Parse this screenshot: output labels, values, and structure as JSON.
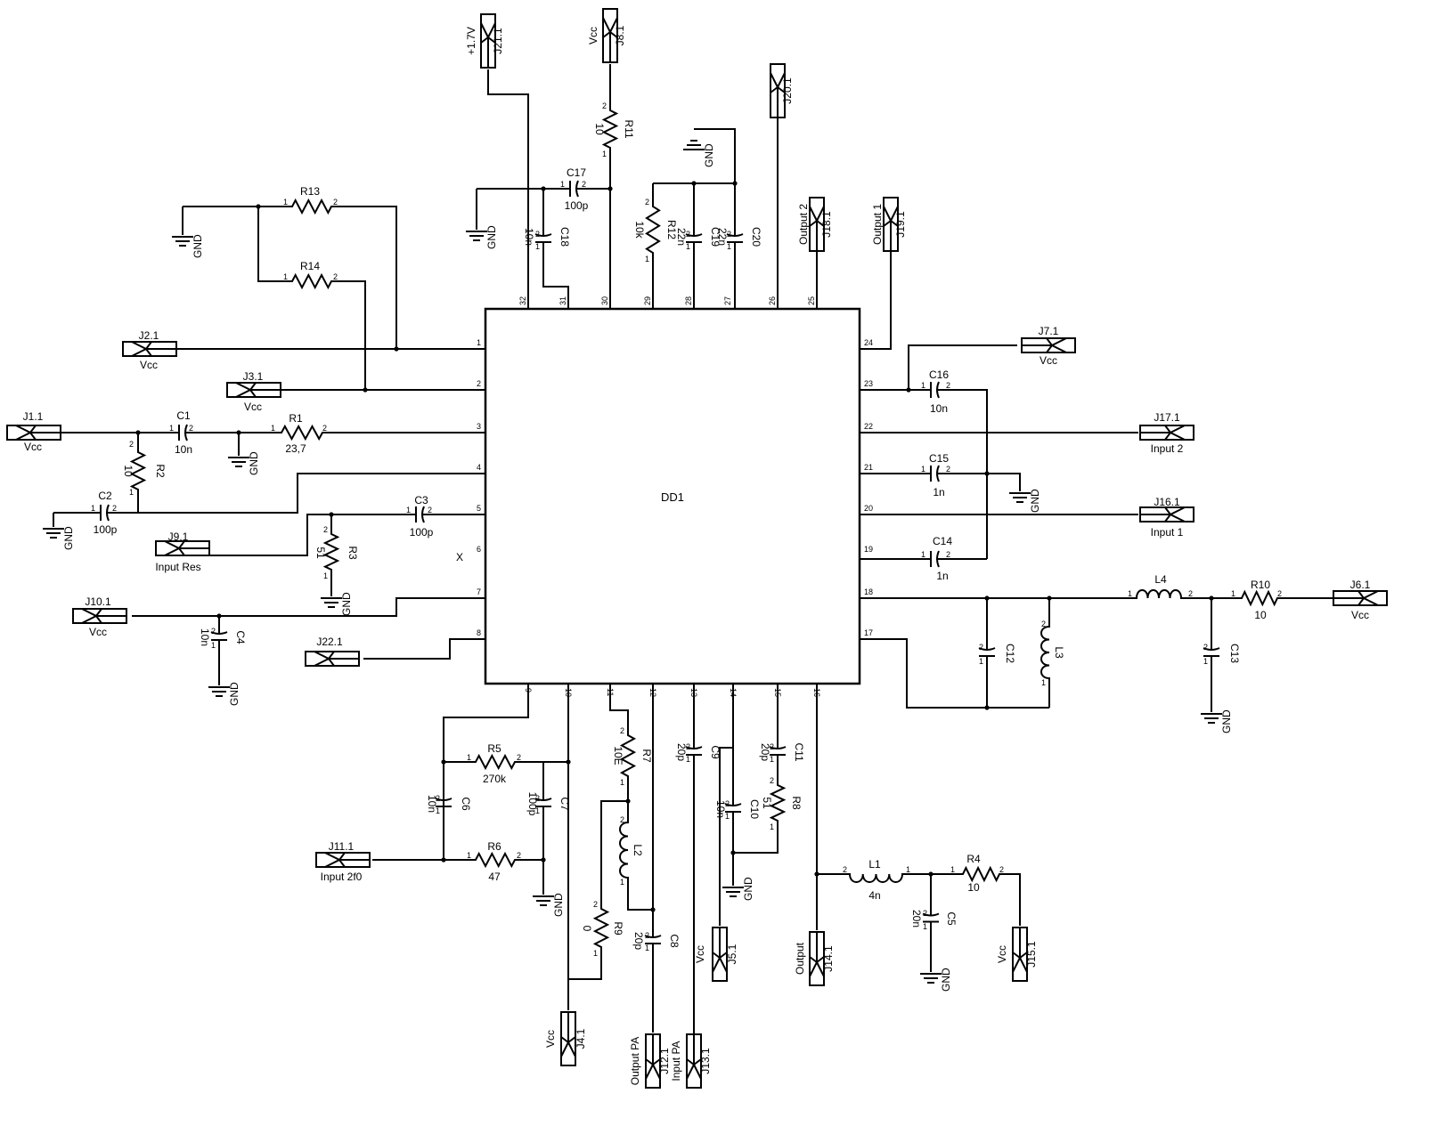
{
  "chip": {
    "name": "DD1"
  },
  "pins": {
    "left": [
      "1",
      "2",
      "3",
      "4",
      "5",
      "6",
      "7",
      "8"
    ],
    "bottom": [
      "9",
      "10",
      "11",
      "12",
      "13",
      "14",
      "15",
      "16"
    ],
    "right": [
      "24",
      "23",
      "22",
      "21",
      "20",
      "19",
      "18",
      "17"
    ],
    "top": [
      "32",
      "31",
      "30",
      "29",
      "28",
      "27",
      "26",
      "25"
    ],
    "nc_mark": "X"
  },
  "connectors": [
    {
      "ref": "J1.1",
      "label": "Vcc"
    },
    {
      "ref": "J2.1",
      "label": "Vcc"
    },
    {
      "ref": "J3.1",
      "label": "Vcc"
    },
    {
      "ref": "J9.1",
      "label": "Input Res"
    },
    {
      "ref": "J10.1",
      "label": "Vcc"
    },
    {
      "ref": "J22.1",
      "label": ""
    },
    {
      "ref": "J11.1",
      "label": "Input 2f0"
    },
    {
      "ref": "J4.1",
      "label": "Vcc"
    },
    {
      "ref": "J12.1",
      "label": "Output PA"
    },
    {
      "ref": "J13.1",
      "label": "Input PA"
    },
    {
      "ref": "J5.1",
      "label": "Vcc"
    },
    {
      "ref": "J14.1",
      "label": "Output"
    },
    {
      "ref": "J15.1",
      "label": "Vcc"
    },
    {
      "ref": "J6.1",
      "label": "Vcc"
    },
    {
      "ref": "J7.1",
      "label": "Vcc"
    },
    {
      "ref": "J17.1",
      "label": "Input 2"
    },
    {
      "ref": "J16.1",
      "label": "Input 1"
    },
    {
      "ref": "J18.1",
      "label": "Output 2"
    },
    {
      "ref": "J19.1",
      "label": "Output 1"
    },
    {
      "ref": "J20.1",
      "label": ""
    },
    {
      "ref": "J21.1",
      "label": "+1.7V"
    },
    {
      "ref": "J8.1",
      "label": "Vcc"
    }
  ],
  "resistors": [
    {
      "ref": "R1",
      "value": "23,7"
    },
    {
      "ref": "R2",
      "value": "10"
    },
    {
      "ref": "R3",
      "value": "51"
    },
    {
      "ref": "R4",
      "value": "10"
    },
    {
      "ref": "R5",
      "value": "270k"
    },
    {
      "ref": "R6",
      "value": "47"
    },
    {
      "ref": "R7",
      "value": "10E"
    },
    {
      "ref": "R8",
      "value": "51"
    },
    {
      "ref": "R9",
      "value": "0"
    },
    {
      "ref": "R10",
      "value": "10"
    },
    {
      "ref": "R11",
      "value": "10"
    },
    {
      "ref": "R12",
      "value": "10k"
    },
    {
      "ref": "R13",
      "value": ""
    },
    {
      "ref": "R14",
      "value": ""
    }
  ],
  "capacitors": [
    {
      "ref": "C1",
      "value": "10n"
    },
    {
      "ref": "C2",
      "value": "100p"
    },
    {
      "ref": "C3",
      "value": "100p"
    },
    {
      "ref": "C4",
      "value": "10n"
    },
    {
      "ref": "C5",
      "value": "20n"
    },
    {
      "ref": "C6",
      "value": "10n"
    },
    {
      "ref": "C7",
      "value": "100p"
    },
    {
      "ref": "C8",
      "value": "20p"
    },
    {
      "ref": "C9",
      "value": "20p"
    },
    {
      "ref": "C10",
      "value": "10n"
    },
    {
      "ref": "C11",
      "value": "20p"
    },
    {
      "ref": "C12",
      "value": ""
    },
    {
      "ref": "C13",
      "value": ""
    },
    {
      "ref": "C14",
      "value": "1n"
    },
    {
      "ref": "C15",
      "value": "1n"
    },
    {
      "ref": "C16",
      "value": "10n"
    },
    {
      "ref": "C17",
      "value": "100p"
    },
    {
      "ref": "C18",
      "value": "10n"
    },
    {
      "ref": "C19",
      "value": "22n"
    },
    {
      "ref": "C20",
      "value": "22n"
    }
  ],
  "inductors": [
    {
      "ref": "L1",
      "value": "4n"
    },
    {
      "ref": "L2",
      "value": ""
    },
    {
      "ref": "L3",
      "value": ""
    },
    {
      "ref": "L4",
      "value": ""
    }
  ],
  "ground_label": "GND",
  "pin_labels": {
    "one": "1",
    "two": "2"
  }
}
